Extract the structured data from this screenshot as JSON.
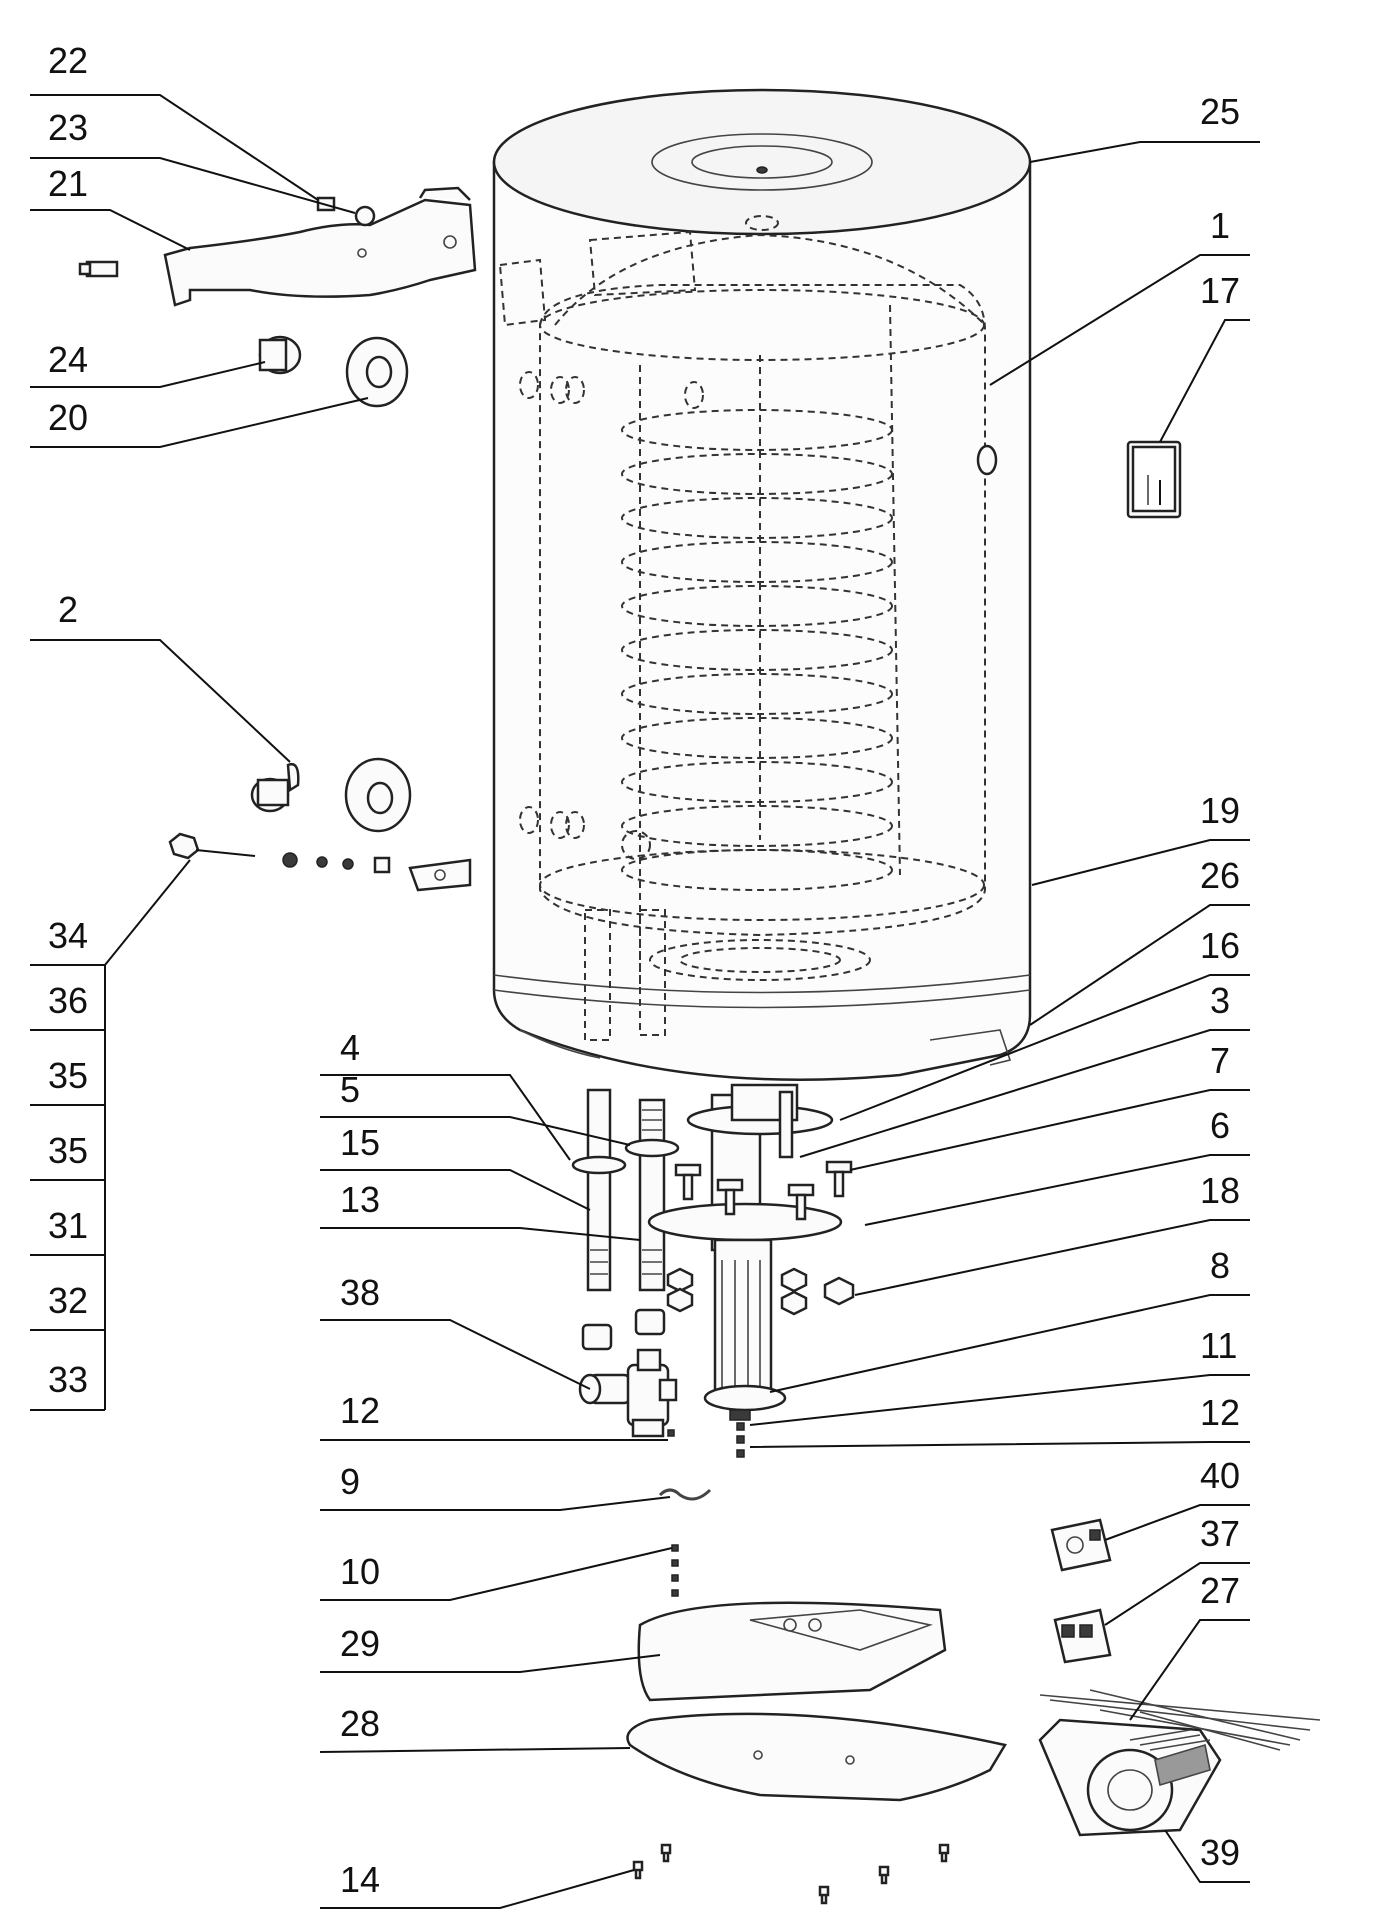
{
  "callouts": {
    "c1": "1",
    "c2": "2",
    "c3": "3",
    "c4": "4",
    "c5": "5",
    "c6": "6",
    "c7": "7",
    "c8": "8",
    "c9": "9",
    "c10": "10",
    "c11": "11",
    "c12a": "12",
    "c12b": "12",
    "c13": "13",
    "c14": "14",
    "c15": "15",
    "c16": "16",
    "c17": "17",
    "c18": "18",
    "c19": "19",
    "c20": "20",
    "c21": "21",
    "c22": "22",
    "c23": "23",
    "c24": "24",
    "c25": "25",
    "c26": "26",
    "c27": "27",
    "c28": "28",
    "c29": "29",
    "c31": "31",
    "c32": "32",
    "c33": "33",
    "c34": "34",
    "c35a": "35",
    "c35b": "35",
    "c36": "36",
    "c37": "37",
    "c38": "38",
    "c39": "39",
    "c40": "40"
  }
}
